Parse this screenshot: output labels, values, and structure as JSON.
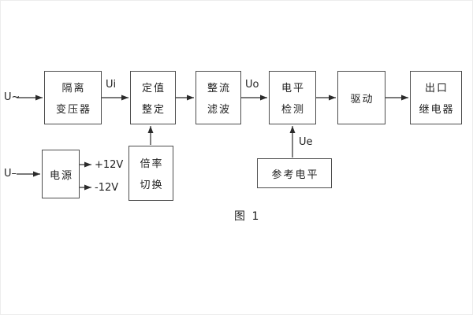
{
  "figure": {
    "caption": "图 1"
  },
  "inputs": {
    "ac": "U~",
    "dc": "U–"
  },
  "signals": {
    "ui": "Ui",
    "uo": "Uo",
    "ue": "Ue",
    "plus12v": "+12V",
    "minus12v": "-12V"
  },
  "blocks": {
    "isolation_transformer": {
      "line1": "隔离",
      "line2": "变压器"
    },
    "setpoint_setting": {
      "line1": "定值",
      "line2": "整定"
    },
    "rectifier_filter": {
      "line1": "整流",
      "line2": "滤波"
    },
    "level_detection": {
      "line1": "电平",
      "line2": "检测"
    },
    "drive": {
      "line1": "驱动"
    },
    "output_relay": {
      "line1": "出口",
      "line2": "继电器"
    },
    "power_supply": {
      "line1": "电源"
    },
    "ratio_switching": {
      "line1": "倍率",
      "line2": "切换"
    },
    "reference_level": {
      "line1": "参考电平"
    }
  }
}
